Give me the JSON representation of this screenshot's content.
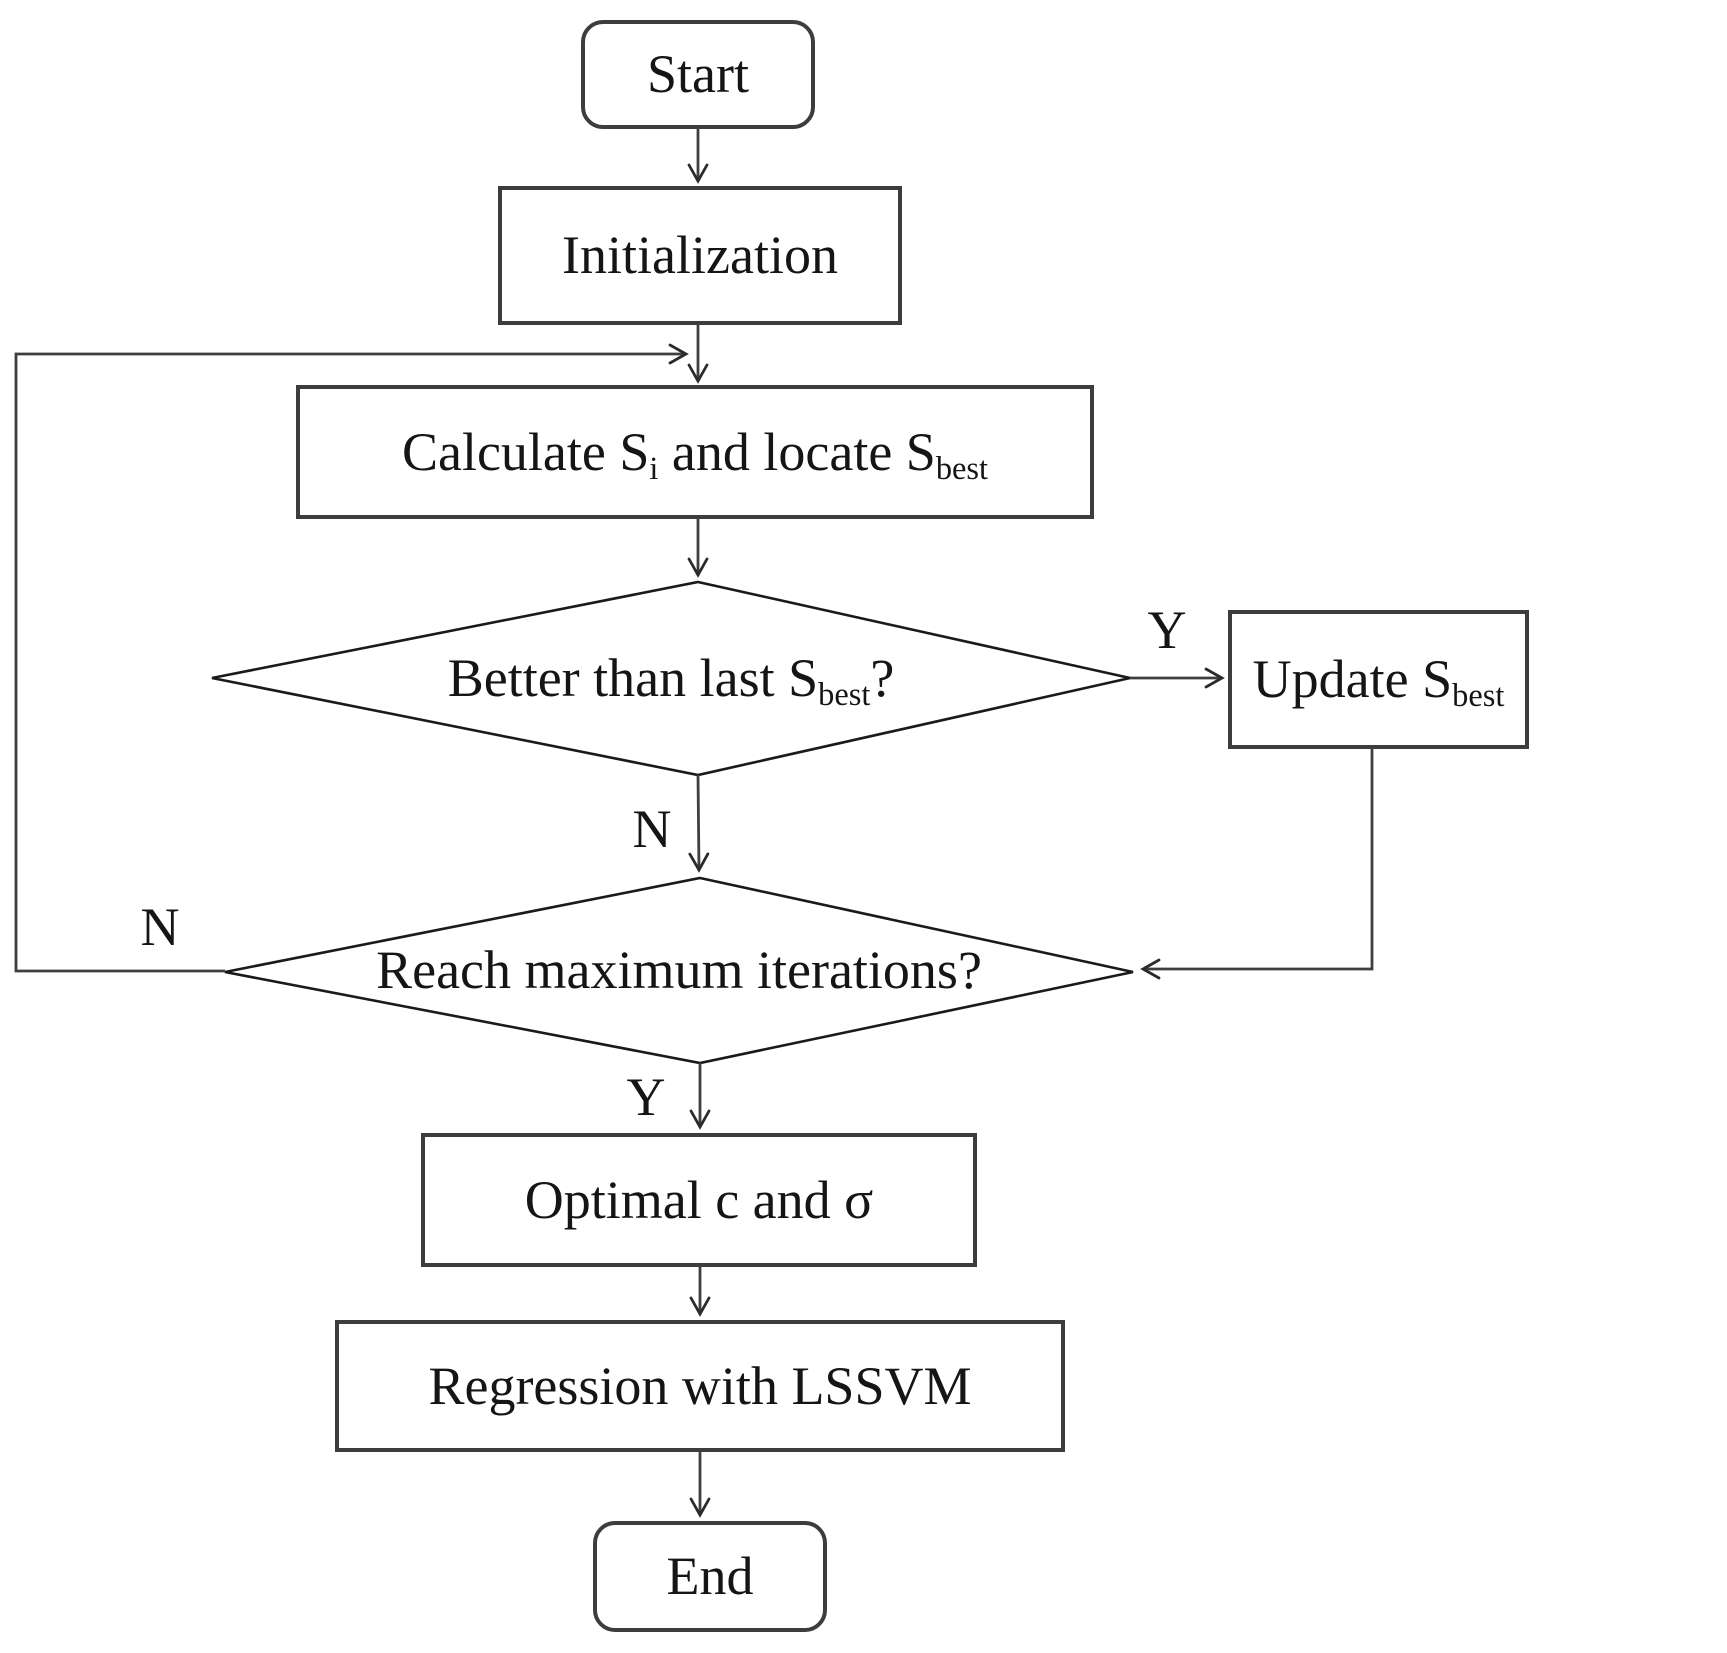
{
  "figure": {
    "type": "flowchart",
    "background": "#ffffff",
    "box_stroke": "#3d3d3d",
    "decision_stroke": "#1a1a1a",
    "line_color": "#3f3f3f",
    "text_color": "#151515"
  },
  "nodes": {
    "start": {
      "label": "Start"
    },
    "initialization": {
      "label": "Initialization"
    },
    "calculate": {
      "parts": [
        {
          "t": "Calculate S"
        },
        {
          "t": "i",
          "sub": true
        },
        {
          "t": " and locate S"
        },
        {
          "t": "best",
          "sub": true
        }
      ]
    },
    "better_than_last": {
      "parts": [
        {
          "t": "Better than last S"
        },
        {
          "t": "best",
          "sub": true
        },
        {
          "t": "?"
        }
      ]
    },
    "update_sbest": {
      "parts": [
        {
          "t": "Update S"
        },
        {
          "t": "best",
          "sub": true
        }
      ]
    },
    "reach_max_iterations": {
      "label": "Reach maximum iterations?"
    },
    "optimal": {
      "label": "Optimal c and σ"
    },
    "regression": {
      "label": "Regression with LSSVM"
    },
    "end": {
      "label": "End"
    }
  },
  "edge_labels": {
    "better_yes": "Y",
    "better_no": "N",
    "reach_no": "N",
    "reach_yes": "Y"
  },
  "edges": [
    {
      "from": "start",
      "to": "initialization",
      "label": ""
    },
    {
      "from": "initialization",
      "to": "calculate",
      "label": ""
    },
    {
      "from": "calculate",
      "to": "better_than_last",
      "label": ""
    },
    {
      "from": "better_than_last",
      "to": "update_sbest",
      "label": "Y"
    },
    {
      "from": "better_than_last",
      "to": "reach_max_iterations",
      "label": "N"
    },
    {
      "from": "update_sbest",
      "to": "reach_max_iterations",
      "label": ""
    },
    {
      "from": "reach_max_iterations",
      "to": "calculate",
      "label": "N"
    },
    {
      "from": "reach_max_iterations",
      "to": "optimal",
      "label": "Y"
    },
    {
      "from": "optimal",
      "to": "regression",
      "label": ""
    },
    {
      "from": "regression",
      "to": "end",
      "label": ""
    }
  ]
}
